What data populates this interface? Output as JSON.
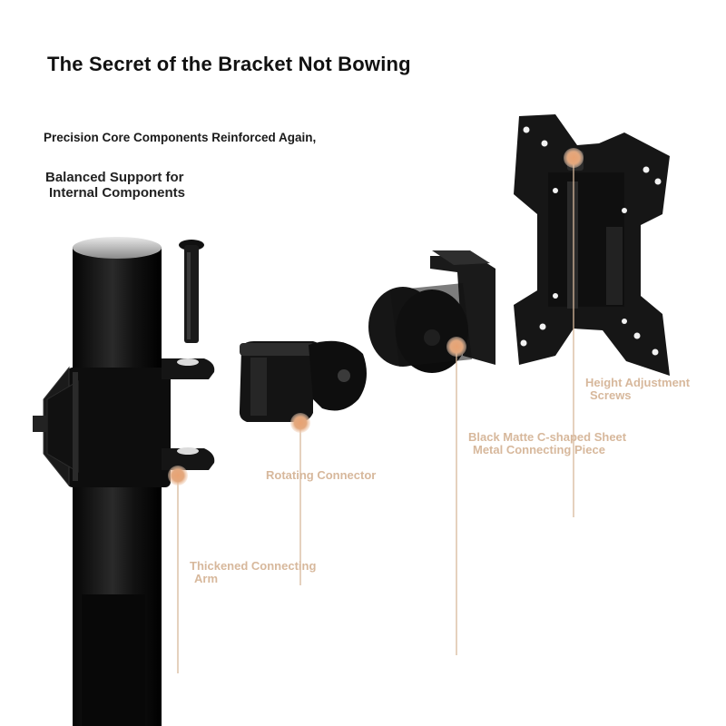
{
  "title": "The Secret of the Bracket Not Bowing",
  "subtitle": "Precision Core Components Reinforced Again,",
  "support": {
    "line1": "Balanced Support for",
    "line2": "Internal Components"
  },
  "callouts": {
    "height_adjustment": {
      "line1": "Height Adjustment",
      "line2": "Screws"
    },
    "sheet_metal": {
      "line1": "Black Matte C-shaped Sheet",
      "line2": "Metal Connecting Piece"
    },
    "rotating": {
      "line1": "Rotating Connector"
    },
    "arm": {
      "line1": "Thickened Connecting",
      "line2": "Arm"
    }
  },
  "colors": {
    "accent": "#d7b89c",
    "dot": "#e6a77a",
    "metal": "#151515"
  }
}
